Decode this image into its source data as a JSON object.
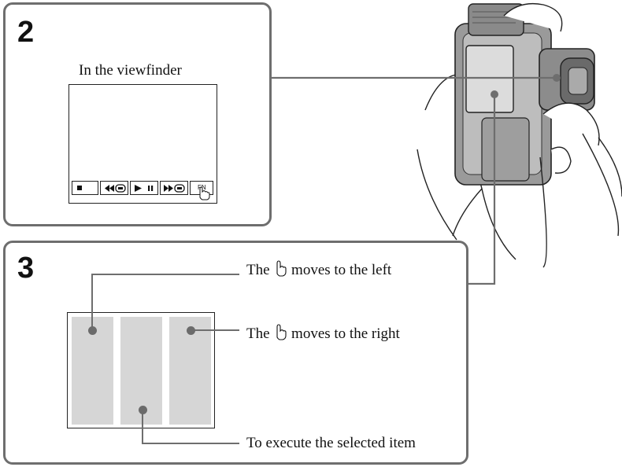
{
  "step2": {
    "number": "2",
    "caption": "In the viewfinder",
    "controls": [
      {
        "name": "stop-button",
        "icon": "stop-icon"
      },
      {
        "name": "rewind-button",
        "icon": "rewind-icon"
      },
      {
        "name": "play-pause-button",
        "icon": "play-pause-icon"
      },
      {
        "name": "fast-forward-button",
        "icon": "fast-forward-icon"
      },
      {
        "name": "fn-button",
        "icon": "fn-icon"
      }
    ]
  },
  "step3": {
    "number": "3",
    "label_left_before": "The",
    "label_left_after": "moves to the left",
    "label_right_before": "The",
    "label_right_after": "moves to the right",
    "label_execute": "To execute the selected item"
  },
  "colors": {
    "panel_border": "#6e6e6e",
    "zone_fill": "#d6d6d6",
    "leader_line": "#6e6e6e"
  }
}
